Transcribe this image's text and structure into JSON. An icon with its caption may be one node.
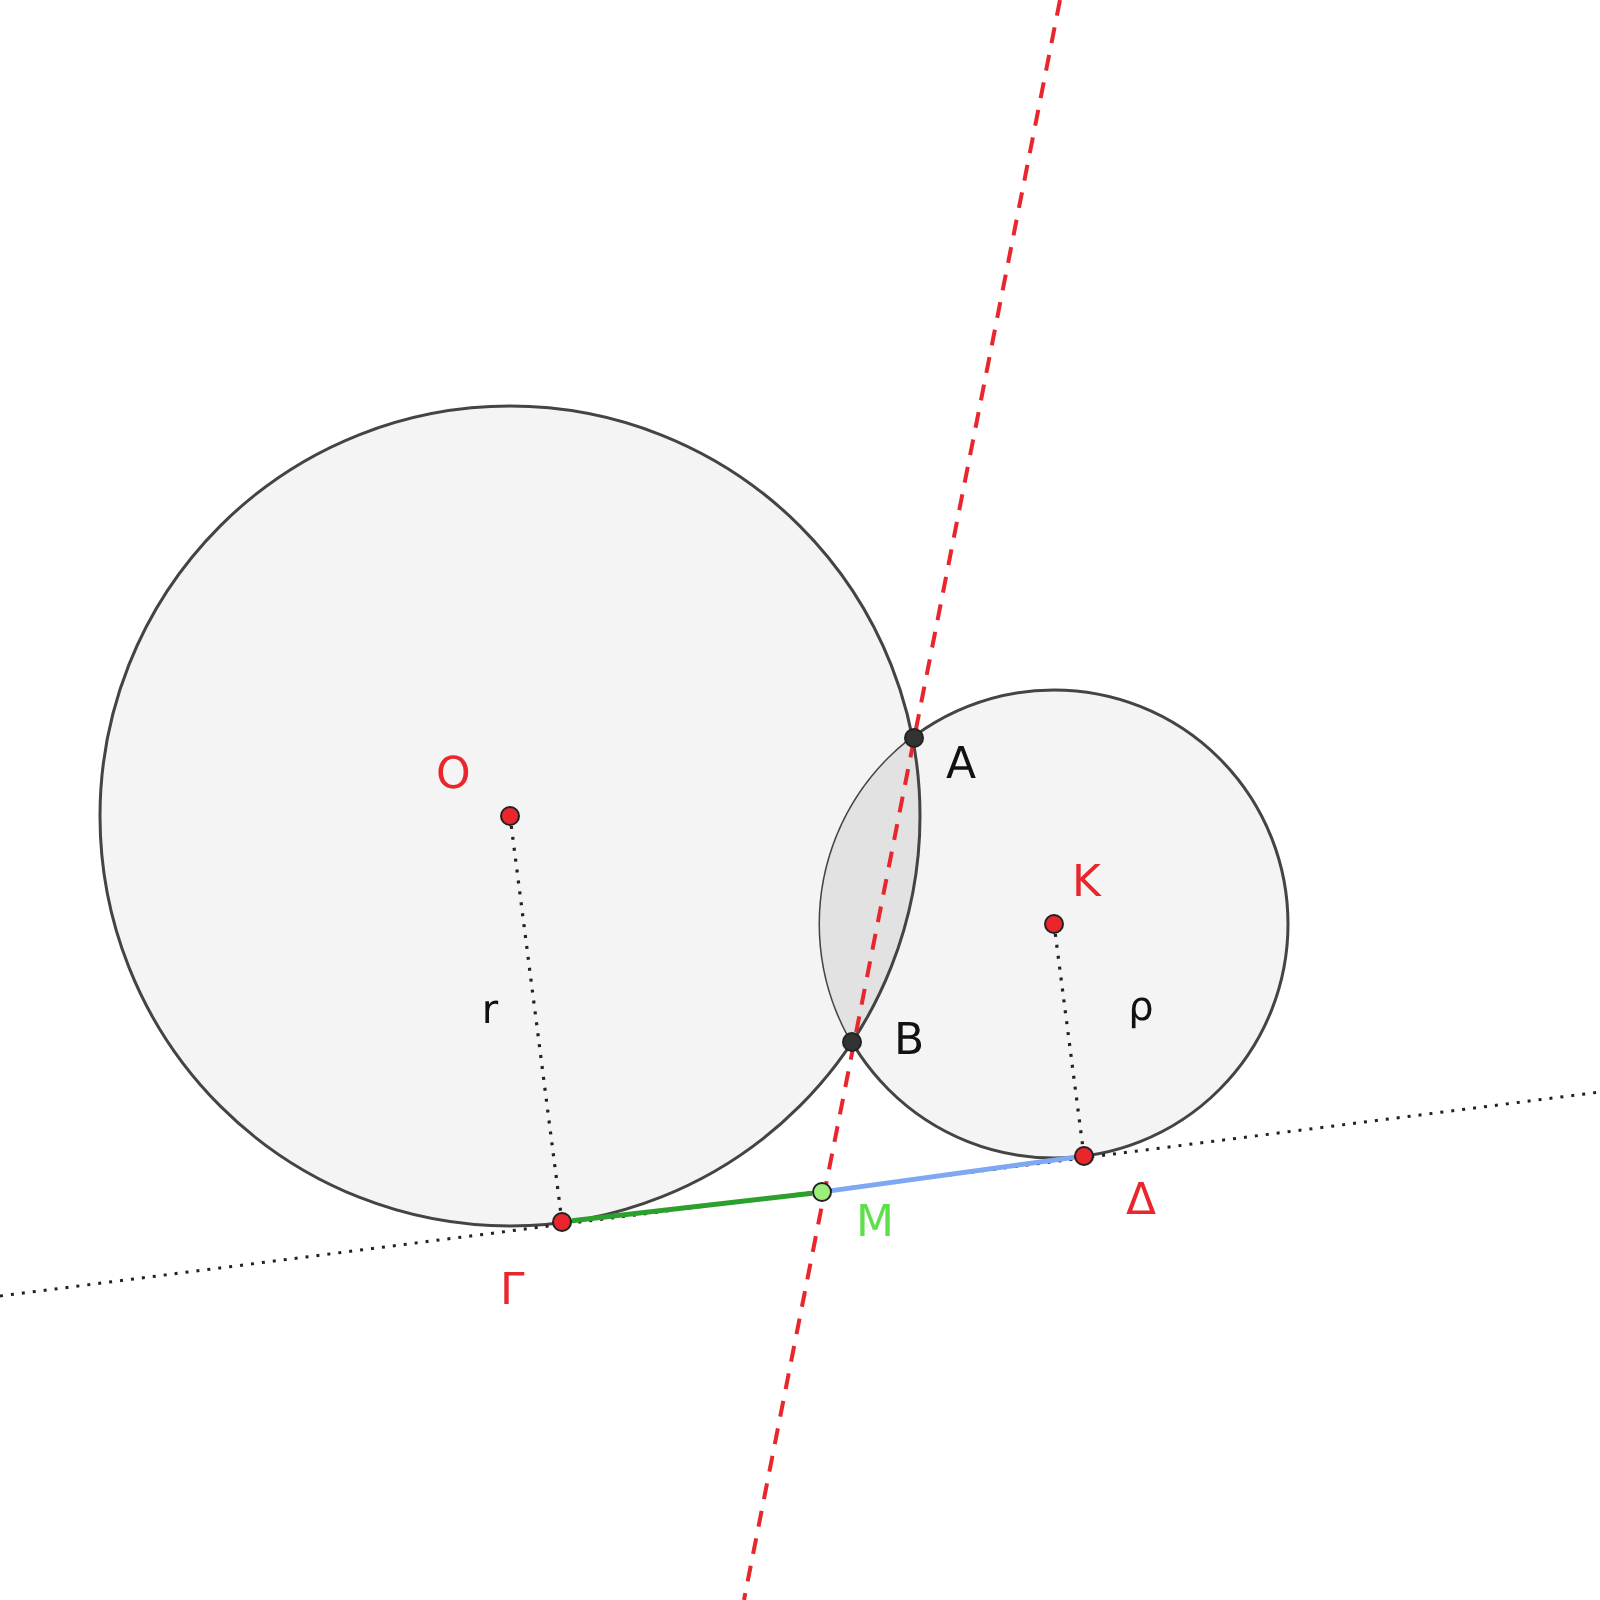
{
  "diagram": {
    "nodes": [
      {
        "text": [
          "O"
        ]
      },
      {
        "text": [
          "A"
        ]
      },
      {
        "text": [
          "K"
        ]
      },
      {
        "text": [
          "B"
        ]
      },
      {
        "text": [
          "Γ"
        ]
      },
      {
        "text": [
          "M"
        ]
      },
      {
        "text": [
          "Δ"
        ]
      }
    ],
    "edges": [
      {
        "from": 0,
        "to": 4,
        "arrow": "none",
        "label": "r",
        "style": "dashed"
      },
      {
        "from": 2,
        "to": 6,
        "arrow": "none",
        "label": "ρ",
        "style": "dashed"
      },
      {
        "from": 4,
        "to": 5,
        "arrow": "none",
        "color": "#2ca02c"
      },
      {
        "from": 5,
        "to": 6,
        "arrow": "none",
        "color": "#7fa7f2"
      }
    ]
  }
}
